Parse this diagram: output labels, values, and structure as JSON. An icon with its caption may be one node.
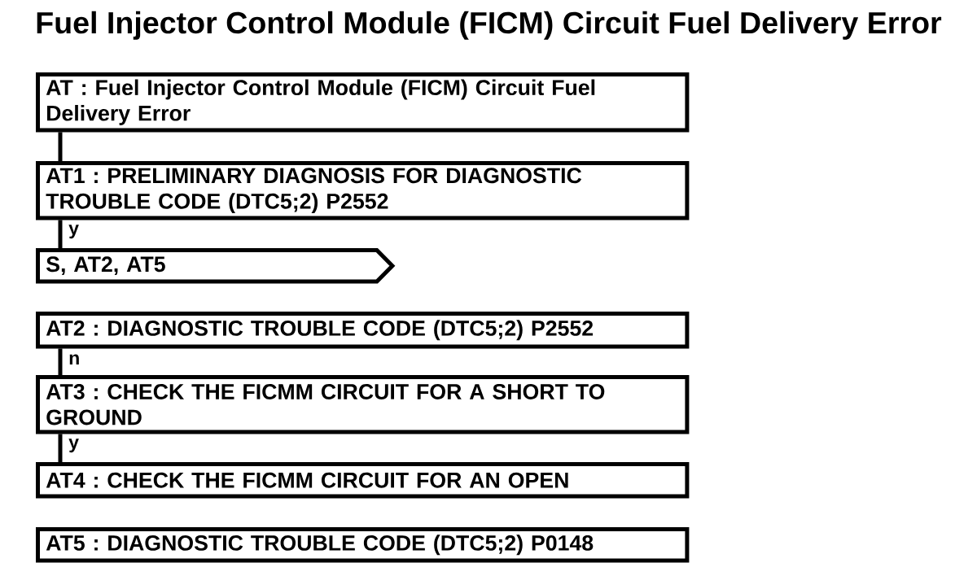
{
  "diagram": {
    "title": "Fuel Injector Control Module (FICM) Circuit Fuel Delivery Error",
    "nodes": [
      {
        "text": [
          "AT : Fuel Injector Control Module (FICM) Circuit Fuel Delivery Error"
        ]
      },
      {
        "text": [
          "AT1 : PRELIMINARY DIAGNOSIS FOR DIAGNOSTIC TROUBLE CODE (DTC5;2) P2552"
        ]
      },
      {
        "text": [
          "S, AT2, AT5"
        ]
      },
      {
        "text": [
          "AT2 : DIAGNOSTIC TROUBLE CODE (DTC5;2) P2552"
        ]
      },
      {
        "text": [
          "AT3 : CHECK THE FICMM CIRCUIT FOR A SHORT TO GROUND"
        ]
      },
      {
        "text": [
          "AT4 : CHECK THE FICMM CIRCUIT FOR AN OPEN"
        ]
      },
      {
        "text": [
          "AT5 : DIAGNOSTIC TROUBLE CODE (DTC5;2) P0148"
        ]
      }
    ],
    "edges": [
      {
        "from": 0,
        "to": 1,
        "arrow": "none"
      },
      {
        "from": 1,
        "to": 2,
        "arrow": "none",
        "label": "y"
      },
      {
        "from": 3,
        "to": 4,
        "arrow": "none",
        "label": "n"
      },
      {
        "from": 4,
        "to": 5,
        "arrow": "none",
        "label": "y"
      }
    ]
  }
}
